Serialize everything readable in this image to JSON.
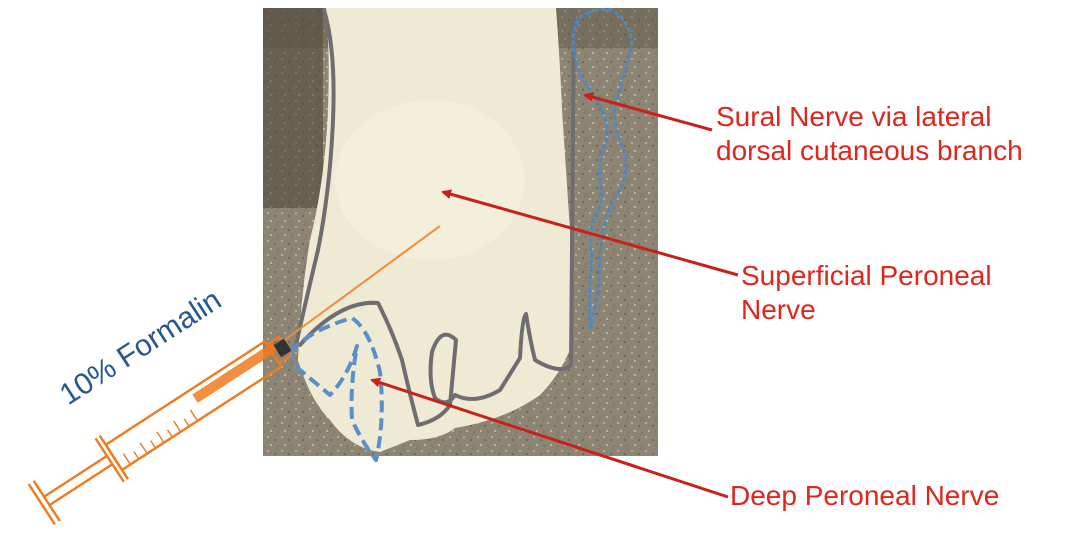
{
  "labels": {
    "sural": {
      "line1": "Sural Nerve via lateral",
      "line2": "dorsal cutaneous branch"
    },
    "superficial": {
      "line1": "Superficial Peroneal",
      "line2": "Nerve"
    },
    "deep": "Deep Peroneal Nerve",
    "syringe": "10% Formalin"
  },
  "colors": {
    "label_text": "#e0251b",
    "arrow": "#c8201a",
    "syringe_label": "#27578f",
    "foot_outline": "#6e6e72",
    "sural_region": "#4f88bd",
    "deep_region": "#5b8fc9",
    "syringe": "#f07a1e",
    "skin": "#efead3",
    "background_surface": "#8d8574"
  }
}
